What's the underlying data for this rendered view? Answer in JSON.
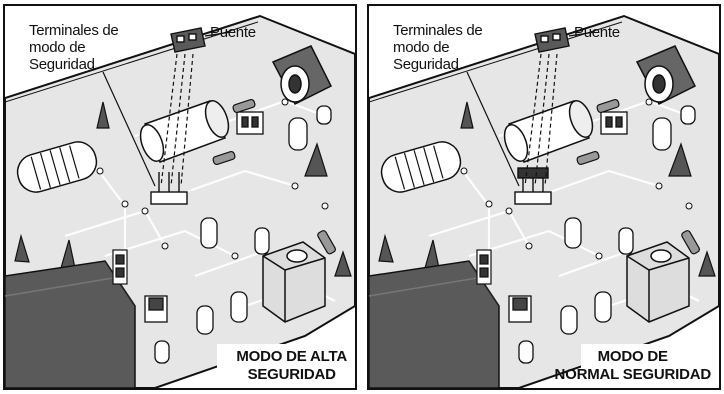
{
  "panels": [
    {
      "terminal_label": [
        "Terminales de",
        "modo de",
        "Seguridad"
      ],
      "bridge_label": "Puente",
      "mode_label": [
        "MODO DE ALTA",
        "SEGURIDAD"
      ],
      "jumper_installed": false
    },
    {
      "terminal_label": [
        "Terminales de",
        "modo de",
        "Seguridad"
      ],
      "bridge_label": "Puente",
      "mode_label": [
        "MODO DE",
        "NORMAL SEGURIDAD"
      ],
      "jumper_installed": true
    }
  ],
  "colors": {
    "board": "#e6e6e6",
    "outline": "#111111",
    "shadow": "#3a3a3a"
  }
}
